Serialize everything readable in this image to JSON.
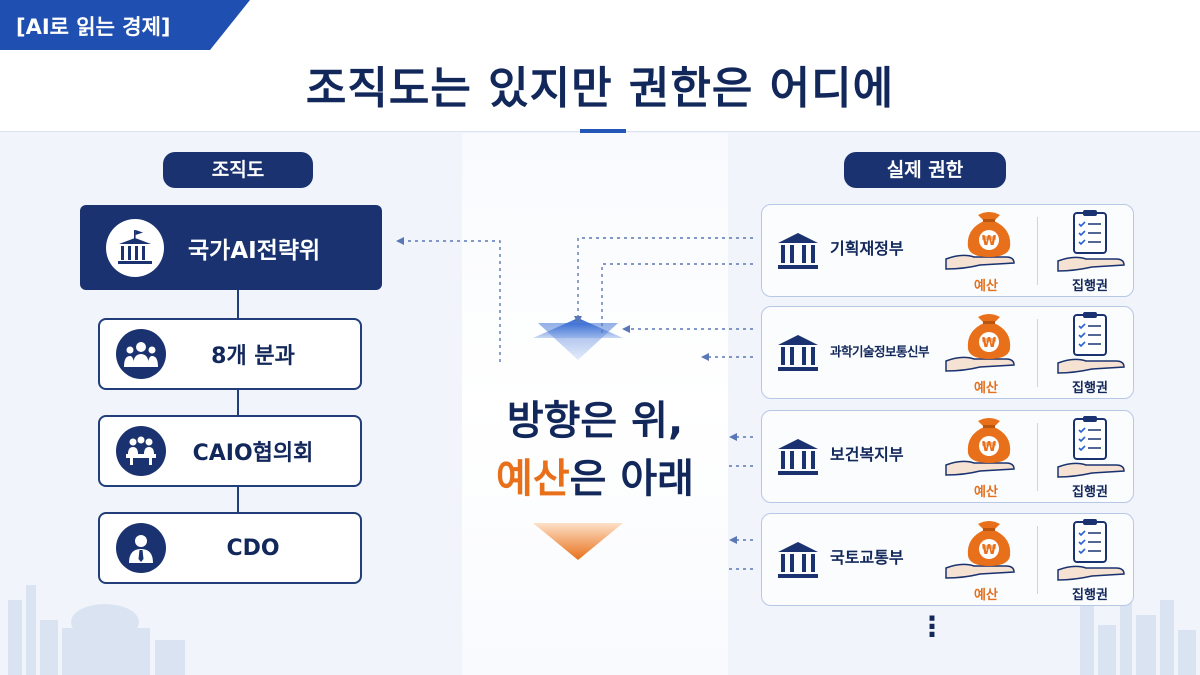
{
  "header": {
    "series_tag": "[AI로 읽는 경제]",
    "title": "조직도는 있지만 권한은 어디에"
  },
  "org_chart": {
    "heading": "조직도",
    "top": {
      "label": "국가AI전략위",
      "icon": "government-building-icon"
    },
    "items": [
      {
        "label": "8개 분과",
        "icon": "people-group-icon"
      },
      {
        "label": "CAIO협의회",
        "icon": "meeting-table-icon"
      },
      {
        "label": "CDO",
        "icon": "person-tie-icon"
      }
    ]
  },
  "center": {
    "line1": "방향은 위,",
    "line2_highlight": "예산",
    "line2_rest": "은 아래"
  },
  "authority": {
    "heading": "실제 권한",
    "budget_label": "예산",
    "exec_label": "집행권",
    "ministries": [
      {
        "name": "기획재정부"
      },
      {
        "name": "과학기술정보통신부"
      },
      {
        "name": "보건복지부"
      },
      {
        "name": "국토교통부"
      }
    ],
    "more": "⋮"
  },
  "colors": {
    "navy": "#1a3370",
    "accent_blue": "#1f4fb0",
    "orange": "#e8701a"
  }
}
